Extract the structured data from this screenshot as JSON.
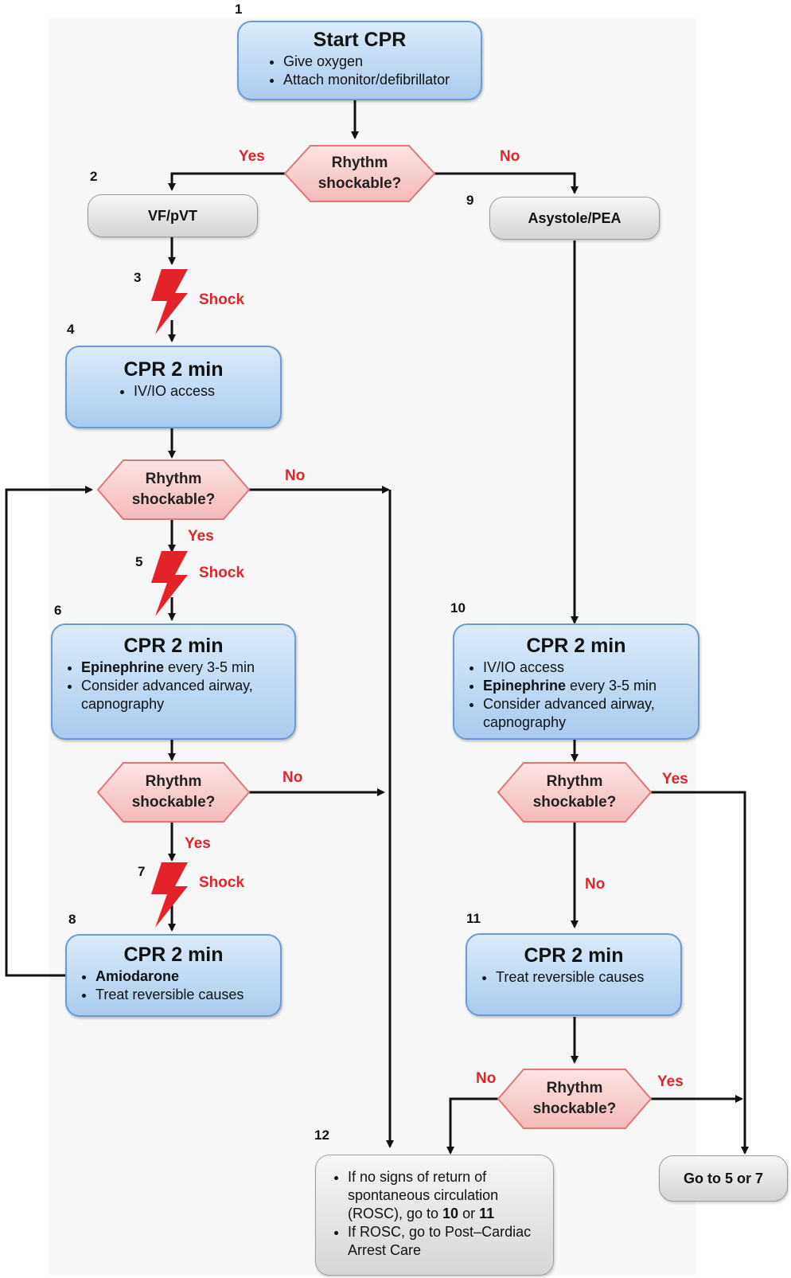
{
  "colors": {
    "accent_red": "#e2232a",
    "box_blue": "#a9cbee",
    "box_border": "#6a9bd2",
    "hex_pink": "#f8d0d0",
    "gray_box": "#e4e4e4"
  },
  "steps": {
    "n1": "1",
    "n2": "2",
    "n3": "3",
    "n4": "4",
    "n5": "5",
    "n6": "6",
    "n7": "7",
    "n8": "8",
    "n9": "9",
    "n10": "10",
    "n11": "11",
    "n12": "12"
  },
  "box1": {
    "title": "Start CPR",
    "items": [
      "Give oxygen",
      "Attach monitor/defibrillator"
    ]
  },
  "decision": {
    "line1": "Rhythm",
    "line2": "shockable?"
  },
  "labels": {
    "yes": "Yes",
    "no": "No",
    "shock": "Shock"
  },
  "vf": "VF/pVT",
  "asys": "Asystole/PEA",
  "box4": {
    "title": "CPR 2 min",
    "items": [
      "IV/IO access"
    ]
  },
  "box6": {
    "title": "CPR 2 min",
    "bold": "Epinephrine",
    "item1_rest": " every 3-5 min",
    "item2": "Consider advanced airway, capnography"
  },
  "box8": {
    "title": "CPR 2 min",
    "bold": "Amiodarone",
    "item2": "Treat reversible causes"
  },
  "box10": {
    "title": "CPR 2 min",
    "item1": "IV/IO access",
    "bold": "Epinephrine",
    "item2_rest": " every 3-5 min",
    "item3": "Consider advanced airway, capnography"
  },
  "box11": {
    "title": "CPR 2 min",
    "item1": "Treat reversible causes"
  },
  "box12": {
    "i1a": "If no signs of return of spontaneous circulation (ROSC), go to ",
    "i1b": "10",
    "i1c": " or ",
    "i1d": "11",
    "i2": "If ROSC, go to Post–Cardiac Arrest Care"
  },
  "goto": "Go to 5 or 7"
}
